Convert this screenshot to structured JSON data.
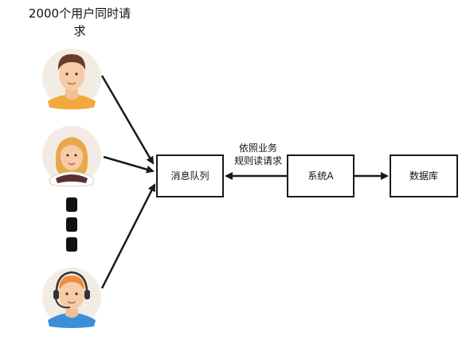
{
  "title": {
    "line1": "2000个用户同时请",
    "line2": "求"
  },
  "nodes": {
    "queue": "消息队列",
    "system": "系统A",
    "database": "数据库"
  },
  "edge_label": {
    "line1": "依照业务",
    "line2": "规则读请求"
  },
  "users": [
    {
      "name": "male-user",
      "shirt": "#f2a93b",
      "skin": "#f6cba6",
      "hair": "#6b3b2a",
      "bg": "#f3ece4"
    },
    {
      "name": "female-user",
      "shirt": "#ffffff",
      "skin": "#f6cba6",
      "hair": "#e8a84a",
      "bg": "#f3ece4"
    },
    {
      "name": "headset-user",
      "shirt": "#3a8fd8",
      "skin": "#f6cba6",
      "hair": "#f08a3c",
      "bg": "#f3ece4"
    }
  ],
  "colors": {
    "stroke": "#1a1a1a",
    "ellipsis": "#111111"
  }
}
